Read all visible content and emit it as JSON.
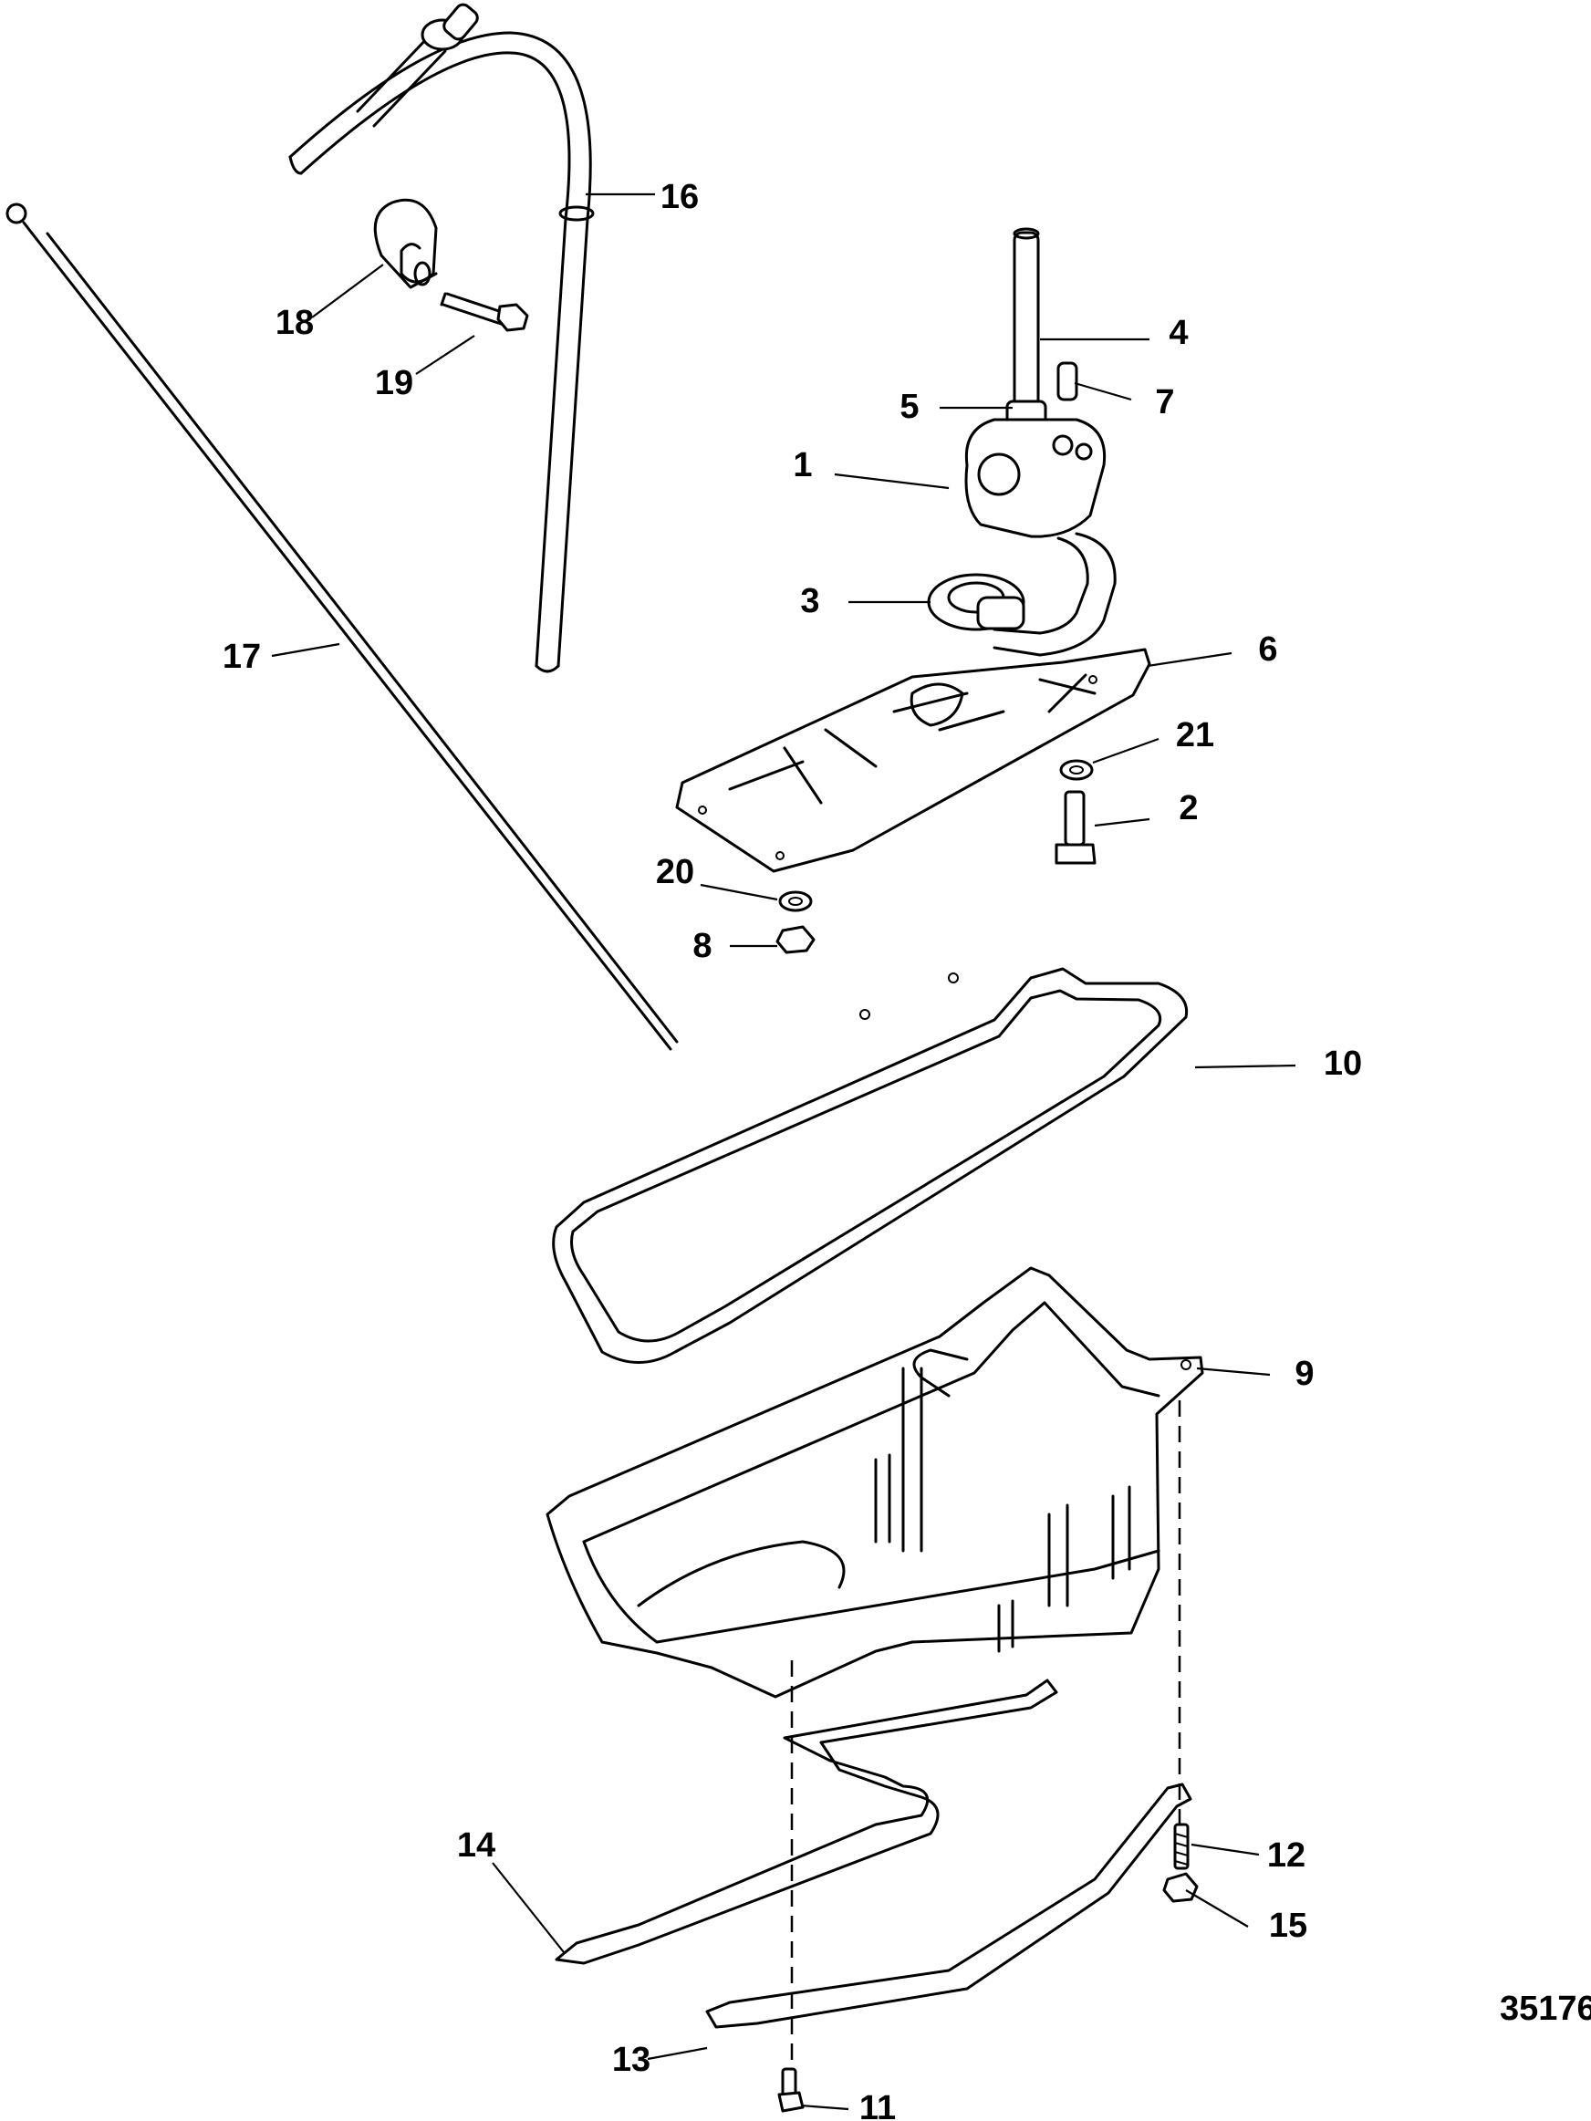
{
  "figure_number": "35176",
  "callouts": [
    {
      "id": "c1",
      "label": "1"
    },
    {
      "id": "c2",
      "label": "2"
    },
    {
      "id": "c3",
      "label": "3"
    },
    {
      "id": "c4",
      "label": "4"
    },
    {
      "id": "c5",
      "label": "5"
    },
    {
      "id": "c6",
      "label": "6"
    },
    {
      "id": "c7",
      "label": "7"
    },
    {
      "id": "c8",
      "label": "8"
    },
    {
      "id": "c9",
      "label": "9"
    },
    {
      "id": "c10",
      "label": "10"
    },
    {
      "id": "c11",
      "label": "11"
    },
    {
      "id": "c12",
      "label": "12"
    },
    {
      "id": "c13",
      "label": "13"
    },
    {
      "id": "c14",
      "label": "14"
    },
    {
      "id": "c15",
      "label": "15"
    },
    {
      "id": "c16",
      "label": "16"
    },
    {
      "id": "c17",
      "label": "17"
    },
    {
      "id": "c18",
      "label": "18"
    },
    {
      "id": "c19",
      "label": "19"
    },
    {
      "id": "c20",
      "label": "20"
    },
    {
      "id": "c21",
      "label": "21"
    }
  ]
}
